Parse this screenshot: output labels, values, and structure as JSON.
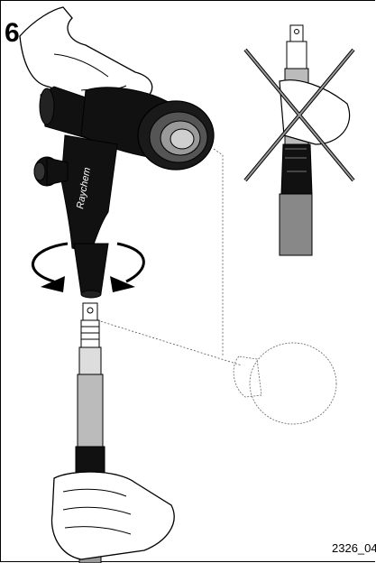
{
  "step": {
    "number": "6"
  },
  "figure": {
    "code": "2326_04"
  },
  "tool": {
    "brand_text": "Raychem"
  }
}
